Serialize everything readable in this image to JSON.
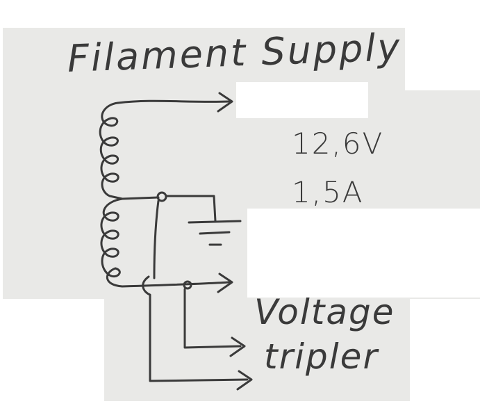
{
  "diagram": {
    "title": "Filament Supply",
    "voltage": "12,6V",
    "current": "1,5A",
    "destination_line1": "Voltage",
    "destination_line2": "tripler"
  },
  "colors": {
    "paper": "#e9e9e7",
    "white_patch": "#ffffff",
    "pencil": "#3a3a3a"
  },
  "components": [
    "transformer-winding",
    "center-tap-junction",
    "ground-symbol",
    "output-arrows"
  ]
}
